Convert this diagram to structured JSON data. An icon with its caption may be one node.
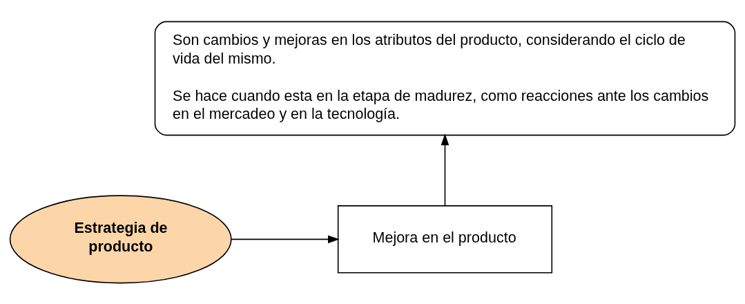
{
  "diagram": {
    "nodes": [
      {
        "text": [
          "Son cambios y mejoras en los atributos del producto, considerando el ciclo de vida del mismo.",
          "Se hace cuando esta en la etapa de madurez, como reacciones ante los cambios en el mercadeo y en la tecnología."
        ]
      },
      {
        "text": [
          "Mejora en el producto"
        ]
      },
      {
        "text": [
          "Estrategia de producto"
        ]
      }
    ],
    "edges": [
      {
        "from": 2,
        "to": 1,
        "arrow": "to"
      },
      {
        "from": 1,
        "to": 0,
        "arrow": "to"
      }
    ]
  }
}
